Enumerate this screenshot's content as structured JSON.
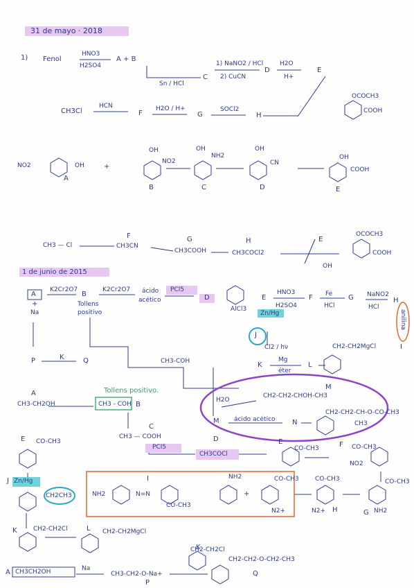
{
  "sections": {
    "s1_date": "31 de mayo · 2018",
    "s2_date": "1 de junio de 2015"
  },
  "s1": {
    "num": "1)",
    "fenol": "Fenol",
    "r1_top": "HNO3",
    "r1_bot": "H2SO4",
    "ab": "A + B",
    "r2": "Sn / HCl",
    "c": "C",
    "r3_top": "1) NaNO2 / HCl",
    "r3_bot": "2) CuCN",
    "d": "D",
    "r4_top": "H2O",
    "r4_bot": "H+",
    "e": "E",
    "ch3cl": "CH3Cl",
    "r5": "HCN",
    "f": "F",
    "r6": "H2O / H+",
    "g": "G",
    "r7": "SOCl2",
    "h": "H",
    "prod_top": "OCOCH3",
    "prod_bot": "COOH",
    "row2_no2": "NO2",
    "row2_oh": "OH",
    "row2_a": "A",
    "row2_b_oh": "OH",
    "row2_b_no2": "NO2",
    "row2_b": "B",
    "row2_c_oh": "OH",
    "row2_c_nh2": "NH2",
    "row2_c": "C",
    "row2_d_oh": "OH",
    "row2_d_cn": "CN",
    "row2_d": "D",
    "row2_e_oh": "OH",
    "row2_e_cooh": "COOH",
    "row2_e": "E",
    "row3_f": "F",
    "row3_g": "G",
    "row3_h": "H",
    "row3_e": "E",
    "row3_ch3cl": "CH3 — Cl",
    "row3_ch3cn": "CH3CN",
    "row3_ch3cooh": "CH3COOH",
    "row3_ch3cocl": "CH3COCl2",
    "row3_prod": "OCOCH3",
    "row3_cooh": "COOH",
    "row3_oh": "OH"
  },
  "s2": {
    "a_box": "A",
    "plus": "+",
    "na": "Na",
    "r1": "K2Cr2O7",
    "b": "B",
    "b_sub1": "Tollens",
    "b_sub2": "positivo",
    "r2": "K2Cr2O7",
    "acido": "ácido",
    "acetico": "acético",
    "pcl5": "PCl5",
    "d": "D",
    "alcl3": "AlCl3",
    "e": "E",
    "r_hno3": "HNO3",
    "r_h2so4": "H2SO4",
    "f": "F",
    "r_fe": "Fe",
    "r_hcl": "HCl",
    "g": "G",
    "r_nano2": "NaNO2",
    "r_hcl2": "HCl",
    "h": "H",
    "anilina": "anilina",
    "i": "I",
    "znhg": "Zn/Hg",
    "j": "J",
    "cl2": "Cl2 / hν",
    "k": "K",
    "mg": "Mg",
    "eter": "éter",
    "l": "L",
    "grignard": "CH2-CH2MgCl",
    "p": "P",
    "k2": "K",
    "q": "Q",
    "ch3coh": "CH3-COH",
    "tollens": "Tollens positivo.",
    "a2": "A",
    "ch3ch2oh": "CH3-CH2OH",
    "ch3coh2": "CH3 - COH",
    "b2": "B",
    "c2": "C",
    "ch3cooh": "CH3 — COOH",
    "h2o": "H2O",
    "m": "M",
    "m_chain": "CH2-CH2-CHOH-CH3",
    "m2": "M",
    "acido_acetico": "ácido acético",
    "n": "N",
    "n_chain": "CH2-CH2-CH-O-CO-CH3",
    "n_ch3": "CH3",
    "d2": "D",
    "e2": "E",
    "co_ch3": "CO-CH3",
    "pcl5b": "PCl5",
    "ch3cocl": "CH3COCl",
    "e3": "E",
    "e3_sub": "CO-CH3",
    "f2": "F",
    "f2_sub": "CO-CH3",
    "no2": "NO2",
    "j2": "J",
    "znhg2": "Zn/Hg",
    "ch2ch3": "CH2CH3",
    "i2": "I",
    "nh2_i": "NH2",
    "i_azo": "N=N",
    "i_coch3": "CO-CH3",
    "nh2_b": "NH2",
    "coch3_b": "CO-CH3",
    "n2plus": "N2+",
    "coch3_c": "CO-CH3",
    "n2plus2": "N2+",
    "h2": "H",
    "g2": "G",
    "coch3_g": "CO-CH3",
    "nh2_g": "NH2",
    "k3": "K",
    "ch2ch2cl": "CH2-CH2Cl",
    "l2": "L",
    "ch2ch2mgcl": "CH2-CH2MgCl",
    "a3": "A",
    "ch3ch2oh2": "CH3CH2OH",
    "na2": "Na",
    "alkox": "CH3-CH2-O-Na+",
    "p2": "P",
    "k4": "K",
    "k4_sub": "CH2-CH2Cl",
    "ether": "CH2-CH2-O-CH2-CH3",
    "q2": "Q"
  },
  "colors": {
    "ink": "#2b3990",
    "highlight": "#e6c8f0",
    "teal": "#6fd3d8",
    "orange": "#e8632a",
    "purple_loop": "#8e44c8"
  }
}
